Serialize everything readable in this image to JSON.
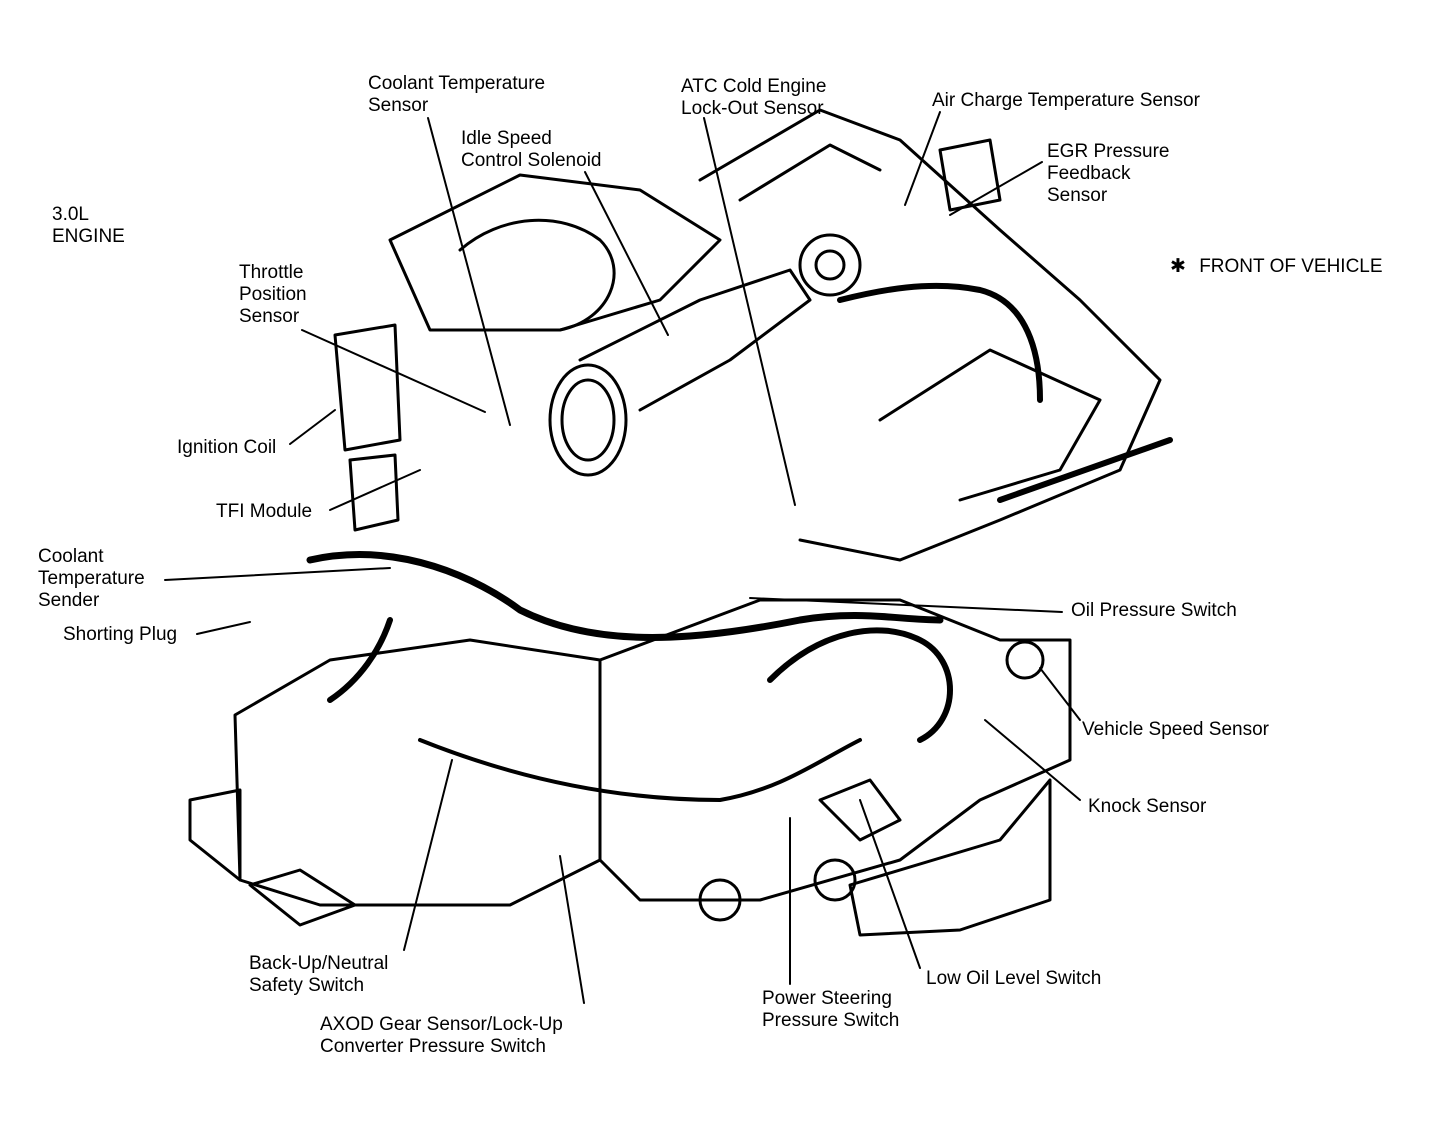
{
  "engine_label": {
    "line1": "3.0L",
    "line2": "ENGINE"
  },
  "front_of_vehicle": {
    "marker": "✱",
    "text": "FRONT OF VEHICLE"
  },
  "components": [
    {
      "id": "coolant-temperature-sensor",
      "lines": [
        "Coolant Temperature",
        "Sensor"
      ]
    },
    {
      "id": "idle-speed-control-solenoid",
      "lines": [
        "Idle Speed",
        "Control Solenoid"
      ]
    },
    {
      "id": "atc-cold-engine-lock-out-sensor",
      "lines": [
        "ATC Cold Engine",
        "Lock-Out Sensor"
      ]
    },
    {
      "id": "air-charge-temperature-sensor",
      "lines": [
        "Air Charge Temperature Sensor"
      ]
    },
    {
      "id": "egr-pressure-feedback-sensor",
      "lines": [
        "EGR Pressure",
        "Feedback",
        "Sensor"
      ]
    },
    {
      "id": "throttle-position-sensor",
      "lines": [
        "Throttle",
        "Position",
        "Sensor"
      ]
    },
    {
      "id": "ignition-coil",
      "lines": [
        "Ignition Coil"
      ]
    },
    {
      "id": "tfi-module",
      "lines": [
        "TFI Module"
      ]
    },
    {
      "id": "coolant-temperature-sender",
      "lines": [
        "Coolant",
        "Temperature",
        "Sender"
      ]
    },
    {
      "id": "shorting-plug",
      "lines": [
        "Shorting Plug"
      ]
    },
    {
      "id": "oil-pressure-switch",
      "lines": [
        "Oil Pressure Switch"
      ]
    },
    {
      "id": "vehicle-speed-sensor",
      "lines": [
        "Vehicle Speed Sensor"
      ]
    },
    {
      "id": "knock-sensor",
      "lines": [
        "Knock Sensor"
      ]
    },
    {
      "id": "low-oil-level-switch",
      "lines": [
        "Low Oil Level Switch"
      ]
    },
    {
      "id": "power-steering-pressure-switch",
      "lines": [
        "Power Steering",
        "Pressure Switch"
      ]
    },
    {
      "id": "axod-gear-sensor",
      "lines": [
        "AXOD Gear Sensor/Lock-Up",
        "Converter Pressure Switch"
      ]
    },
    {
      "id": "back-up-neutral-safety-switch",
      "lines": [
        "Back-Up/Neutral",
        "Safety Switch"
      ]
    }
  ]
}
